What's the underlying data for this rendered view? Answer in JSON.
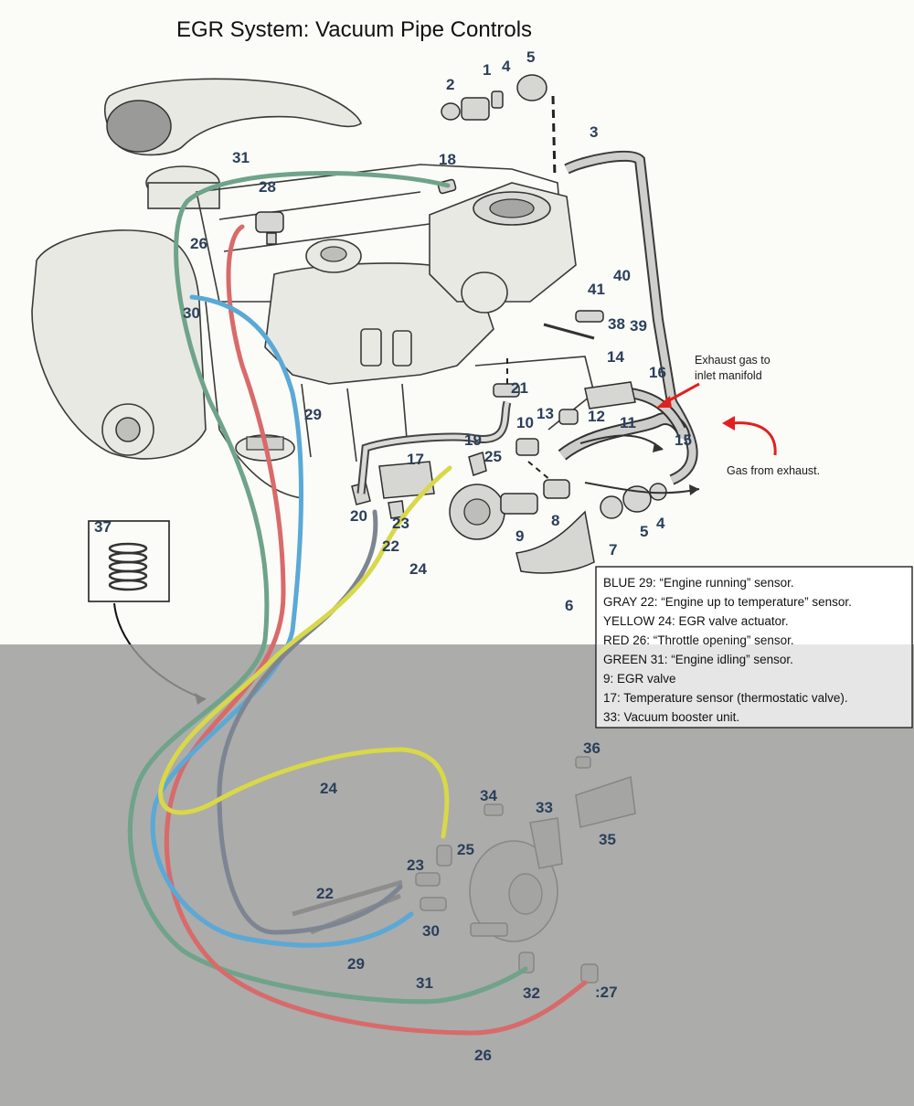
{
  "title": "EGR System:  Vacuum Pipe Controls",
  "colors": {
    "blue": "#5aa9d6",
    "gray": "#7d8593",
    "yellow": "#d8d84a",
    "red": "#d96a6a",
    "green": "#6fa38a",
    "arrow_red": "#e02020",
    "overlay": "#9a9a9a"
  },
  "annotations": {
    "exhaust_inlet": [
      "Exhaust gas to",
      "inlet manifold"
    ],
    "gas_from_exhaust": "Gas from exhaust."
  },
  "legend": [
    "BLUE 29:  “Engine running” sensor.",
    "GRAY 22:  “Engine up to temperature” sensor.",
    "YELLOW 24:  EGR valve actuator.",
    "RED 26:  “Throttle opening” sensor.",
    "GREEN 31:  “Engine idling” sensor.",
    "9:    EGR valve",
    "17:  Temperature sensor (thermostatic valve).",
    "33:  Vacuum booster unit."
  ],
  "labels": [
    "1",
    "2",
    "3",
    "4",
    "5",
    "6",
    "7",
    "8",
    "9",
    "10",
    "11",
    "12",
    "13",
    "14",
    "15",
    "16",
    "17",
    "18",
    "19",
    "20",
    "21",
    "22",
    "23",
    "24",
    "25",
    "26",
    "27",
    "28",
    "29",
    "30",
    "31",
    "32",
    "33",
    "34",
    "35",
    "36",
    "37",
    "38",
    "39",
    "40",
    "41"
  ],
  "label_texts": {
    "n1": "1",
    "n2": "2",
    "n3": "3",
    "n4": "4",
    "n5": "5",
    "n5b": "5",
    "n4b": "4",
    "n6": "6",
    "n7": "7",
    "n8": "8",
    "n9": "9",
    "n10": "10",
    "n11": "11",
    "n12": "12",
    "n13": "13",
    "n14": "14",
    "n15": "15",
    "n16": "16",
    "n17": "17",
    "n18": "18",
    "n19": "19",
    "n20": "20",
    "n21": "21",
    "n22": "22",
    "n23": "23",
    "n24": "24",
    "n25": "25",
    "n26": "26",
    "n28": "28",
    "n29": "29",
    "n30": "30",
    "n31": "31",
    "n37": "37",
    "n38": "38",
    "n39": "39",
    "n40": "40",
    "n41": "41",
    "b22": "22",
    "b23": "23",
    "b24": "24",
    "b25": "25",
    "b26": "26",
    "b27": ":27",
    "b29": "29",
    "b30": "30",
    "b31": "31",
    "b32": "32",
    "b33": "33",
    "b34": "34",
    "b35": "35",
    "b36": "36"
  }
}
